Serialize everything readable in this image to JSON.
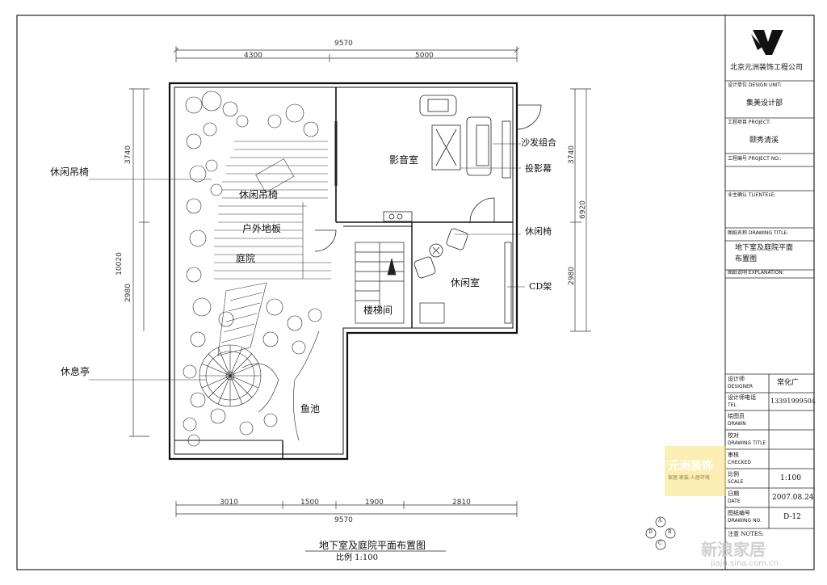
{
  "drawing": {
    "title": "地下室及庭院平面布置图",
    "scale_text": "比例 1:100"
  },
  "dimensions": {
    "top_total": "9570",
    "top_left": "4300",
    "top_right": "5000",
    "bottom_total": "9570",
    "bottom_segments": [
      "3010",
      "1500",
      "1900",
      "2810"
    ],
    "left_total": "10020",
    "left_upper": "3740",
    "left_lower": "2980",
    "right_total": "6920",
    "right_upper": "3740",
    "right_lower": "2980"
  },
  "rooms": {
    "theater": "影音室",
    "leisure": "休闲室",
    "stairs": "楼梯间",
    "courtyard": "庭院",
    "outdoor_floor": "户外地板",
    "hanging_chair_inner": "休闲吊椅",
    "fish_pond": "鱼池"
  },
  "callouts": {
    "hanging_chair": "休闲吊椅",
    "pavilion": "休息亭",
    "sofa_set": "沙发组合",
    "projection_screen": "投影幕",
    "leisure_chair": "休闲椅",
    "cd_rack": "CD架"
  },
  "title_block": {
    "company": "北京元洲装饰工程公司",
    "design_unit_label": "设计单位 DESIGN UNIT:",
    "design_unit_value": "集美设计部",
    "project_label": "工程项目 PROJECT:",
    "project_value": "颐秀清溪",
    "project_no_label": "工程编号 PROJECT NO.:",
    "client_label": "业主确认 TLIENTELE:",
    "drawing_title_label": "图纸名称 DRAWING TITLE:",
    "drawing_title_value_1": "地下室及庭院平面",
    "drawing_title_value_2": "布置图",
    "explanation_label": "图纸说明 EXPLANATION:",
    "designer_label_cn": "设计师",
    "designer_label_en": "DESIGNER",
    "designer_value": "常化广",
    "tel_label_cn": "设计师电话",
    "tel_label_en": "TEL",
    "tel_value": "13391999504",
    "drawn_label_cn": "绘图员",
    "drawn_label_en": "DRAWN",
    "check_label_cn": "校对",
    "check_label_en": "DRAWING TITLE",
    "checked_label_cn": "审核",
    "checked_label_en": "CHECKED",
    "scale_label_cn": "比例",
    "scale_label_en": "SCALE",
    "scale_value": "1:100",
    "date_label_cn": "日期",
    "date_label_en": "DATE",
    "date_value": "2007.08.24",
    "drawing_no_label_cn": "图纸编号",
    "drawing_no_label_en": "DRAWING NO.",
    "drawing_no_value": "D-12",
    "notes_label": "注意 NOTES:"
  },
  "watermarks": {
    "yuanzhou": "元洲装饰",
    "yuanzhou_sub": "家居·家装·人居环境",
    "sina": "新浪家居",
    "sina_url": "jiaju.sina.com.cn"
  }
}
